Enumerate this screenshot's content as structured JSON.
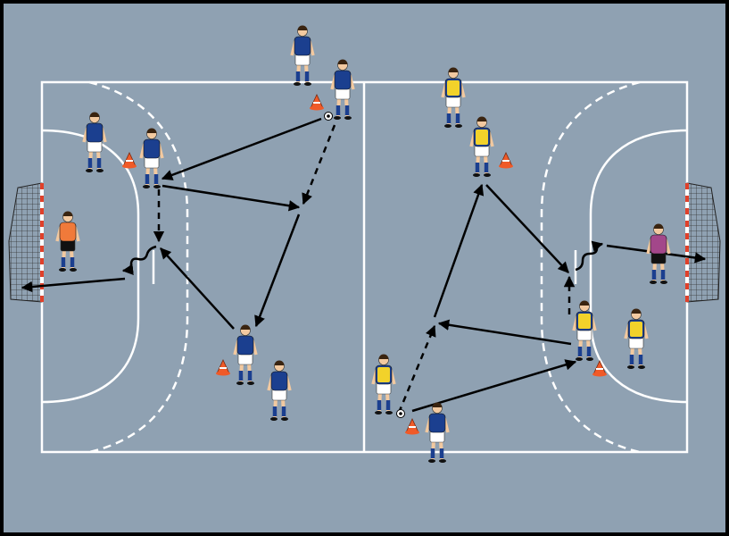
{
  "diagram": {
    "colors": {
      "floor": "#8fa1b2",
      "border": "#000000",
      "lines": "#ffffff",
      "team_blue_shirt": "#1b3f8f",
      "bib_yellow": "#f2d22a",
      "shorts": "#ffffff",
      "goalkeeper_left": "#f07a3a",
      "goalkeeper_right": "#a3478a",
      "cone": "#f05a28",
      "arrow": "#000000",
      "goal_post_red": "#e0402a"
    },
    "counts": {
      "blue_players": 7,
      "yellow_bib_players": 5,
      "goalkeepers": 2,
      "cones": 6,
      "balls": 2
    }
  }
}
